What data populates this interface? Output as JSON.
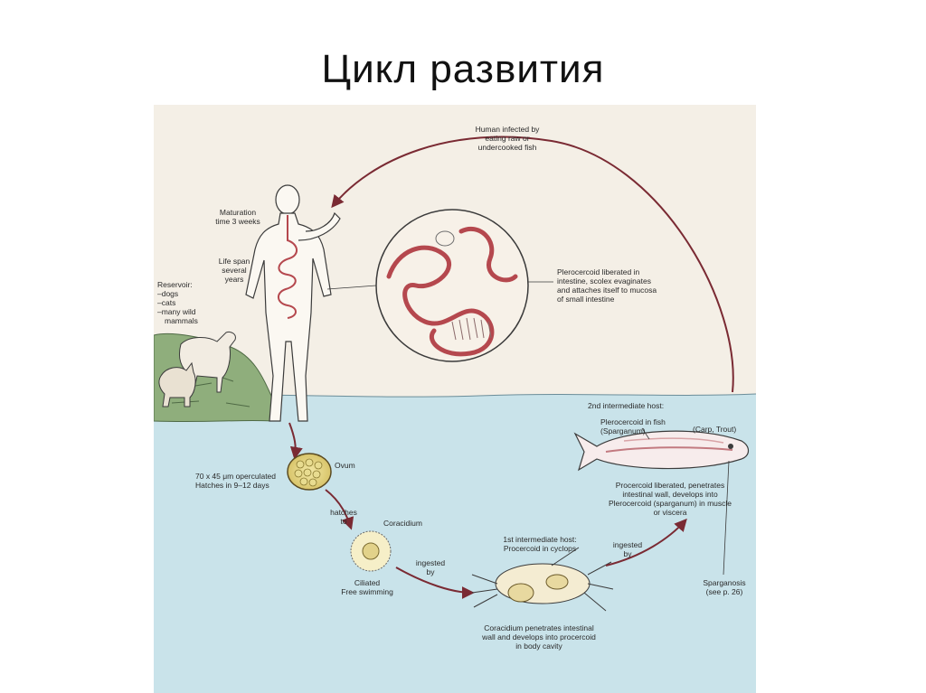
{
  "slide": {
    "title": "Цикл развития"
  },
  "diagram": {
    "labels": {
      "human_infected": [
        "Human infected by",
        "eating raw or",
        "undercooked fish"
      ],
      "maturation": [
        "Maturation",
        "time 3 weeks"
      ],
      "life_span": [
        "Life span",
        "several",
        "years"
      ],
      "reservoir": [
        "Reservoir:",
        "–dogs",
        "–cats",
        "–many wild",
        "mammals"
      ],
      "plerocercoid_liberated": [
        "Plerocercoid liberated in",
        "intestine, scolex evaginates",
        "and attaches itself to mucosa",
        "of small intestine"
      ],
      "second_host": "2nd intermediate host:",
      "plerocercoid_fish": [
        "Plerocercoid in fish",
        "(Sparganum)"
      ],
      "carp_trout": "(Carp, Trout)",
      "procercoid_liberated": [
        "Procercoid liberated, penetrates",
        "intestinal wall, develops into",
        "Plerocercoid (sparganum) in muscle",
        "or viscera"
      ],
      "ovum": "Ovum",
      "ovum_size": [
        "70 x 45 μm operculated",
        "Hatches in 9–12 days"
      ],
      "hatches_to": [
        "hatches",
        "to"
      ],
      "coracidium": "Coracidium",
      "ciliated": [
        "Ciliated",
        "Free swimming"
      ],
      "ingested_by_1": [
        "ingested",
        "by"
      ],
      "first_host": [
        "1st intermediate host:",
        "Procercoid in cyclops"
      ],
      "ingested_by_2": [
        "ingested",
        "by"
      ],
      "sparganosis": [
        "Sparganosis",
        "(see p. 26)"
      ],
      "coracidium_penetrates": [
        "Coracidium penetrates intestinal",
        "wall and develops into procercoid",
        "in body cavity"
      ]
    },
    "colors": {
      "arrow": "#7a2a33",
      "water": "#c9e3ea",
      "paper": "#f4efe6",
      "intestine": "#b5484e",
      "land": "#8fae7c"
    }
  }
}
